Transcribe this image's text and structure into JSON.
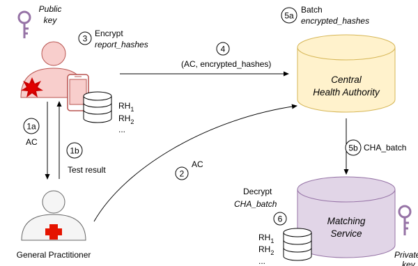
{
  "colors": {
    "patient_fill": "#f8cecc",
    "patient_stroke": "#b85450",
    "cha_fill": "#fff2cc",
    "cha_stroke": "#d6b656",
    "matching_fill": "#e1d5e7",
    "matching_stroke": "#9673a6",
    "gp_fill": "#f5f5f5",
    "gp_stroke": "#666666",
    "virus": "#cc0000",
    "cross": "#e51400",
    "db_fill": "#ffffff",
    "db_stroke": "#000000"
  },
  "icons": {
    "public_key": "key-icon",
    "private_key": "key-icon",
    "virus": "virus-icon",
    "phone": "smartphone-icon",
    "patient": "person-icon",
    "doctor": "doctor-icon"
  },
  "keys": {
    "public_line1": "Public",
    "public_line2": "key",
    "private_line1": "Private",
    "private_line2": "key"
  },
  "steps": {
    "s3": {
      "num": "3",
      "label": "Encrypt",
      "detail": "report_hashes"
    },
    "s4": {
      "num": "4",
      "label": "(AC, encrypted_hashes)"
    },
    "s5a": {
      "num": "5a",
      "label": "Batch",
      "detail": "encrypted_hashes"
    },
    "s1a": {
      "num": "1a",
      "label": "AC"
    },
    "s1b": {
      "num": "1b",
      "label": "Test result"
    },
    "s2": {
      "num": "2",
      "label": "AC"
    },
    "s5b": {
      "num": "5b",
      "label": "CHA_batch"
    },
    "s6": {
      "num": "6",
      "label": "Decrypt",
      "detail": "CHA_batch"
    }
  },
  "nodes": {
    "cha_line1": "Central",
    "cha_line2": "Health Authority",
    "matching_line1": "Matching",
    "matching_line2": "Service",
    "gp_label": "General Practitioner"
  },
  "db_patient": {
    "rh1": "RH",
    "rh1_sub": "1",
    "rh2": "RH",
    "rh2_sub": "2",
    "more": "..."
  },
  "db_matching": {
    "rh1": "RH",
    "rh1_sub": "1",
    "rh2": "RH",
    "rh2_sub": "2",
    "more": "..."
  }
}
